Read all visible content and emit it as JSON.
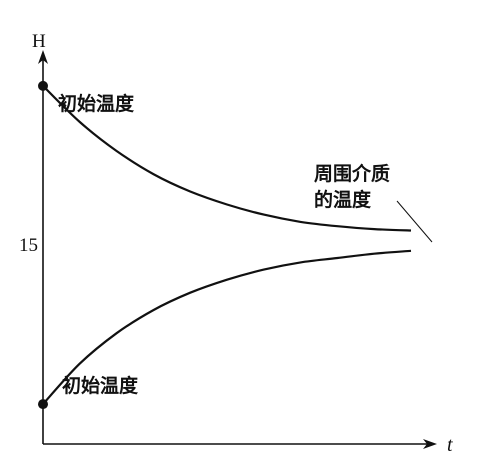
{
  "chart_data": {
    "type": "line",
    "ylabel": "H",
    "xlabel": "t",
    "yticks": [
      15
    ],
    "y_range": [
      0,
      30
    ],
    "x_range": [
      0,
      10
    ],
    "series": [
      {
        "x": [
          0,
          1,
          2,
          3,
          4,
          5,
          6,
          7,
          8,
          9,
          10
        ],
        "y": [
          26,
          23.5,
          21.5,
          19.9,
          18.7,
          17.8,
          17.1,
          16.6,
          16.3,
          16.1,
          16.0
        ]
      },
      {
        "x": [
          0,
          1,
          2,
          3,
          4,
          5,
          6,
          7,
          8,
          9,
          10
        ],
        "y": [
          4,
          6.8,
          8.9,
          10.5,
          11.7,
          12.6,
          13.3,
          13.8,
          14.1,
          14.4,
          14.6
        ]
      }
    ],
    "annotations": {
      "initial_top": "初始温度",
      "initial_bottom": "初始温度",
      "ambient_line1": "周围介质",
      "ambient_line2": "的温度"
    }
  }
}
